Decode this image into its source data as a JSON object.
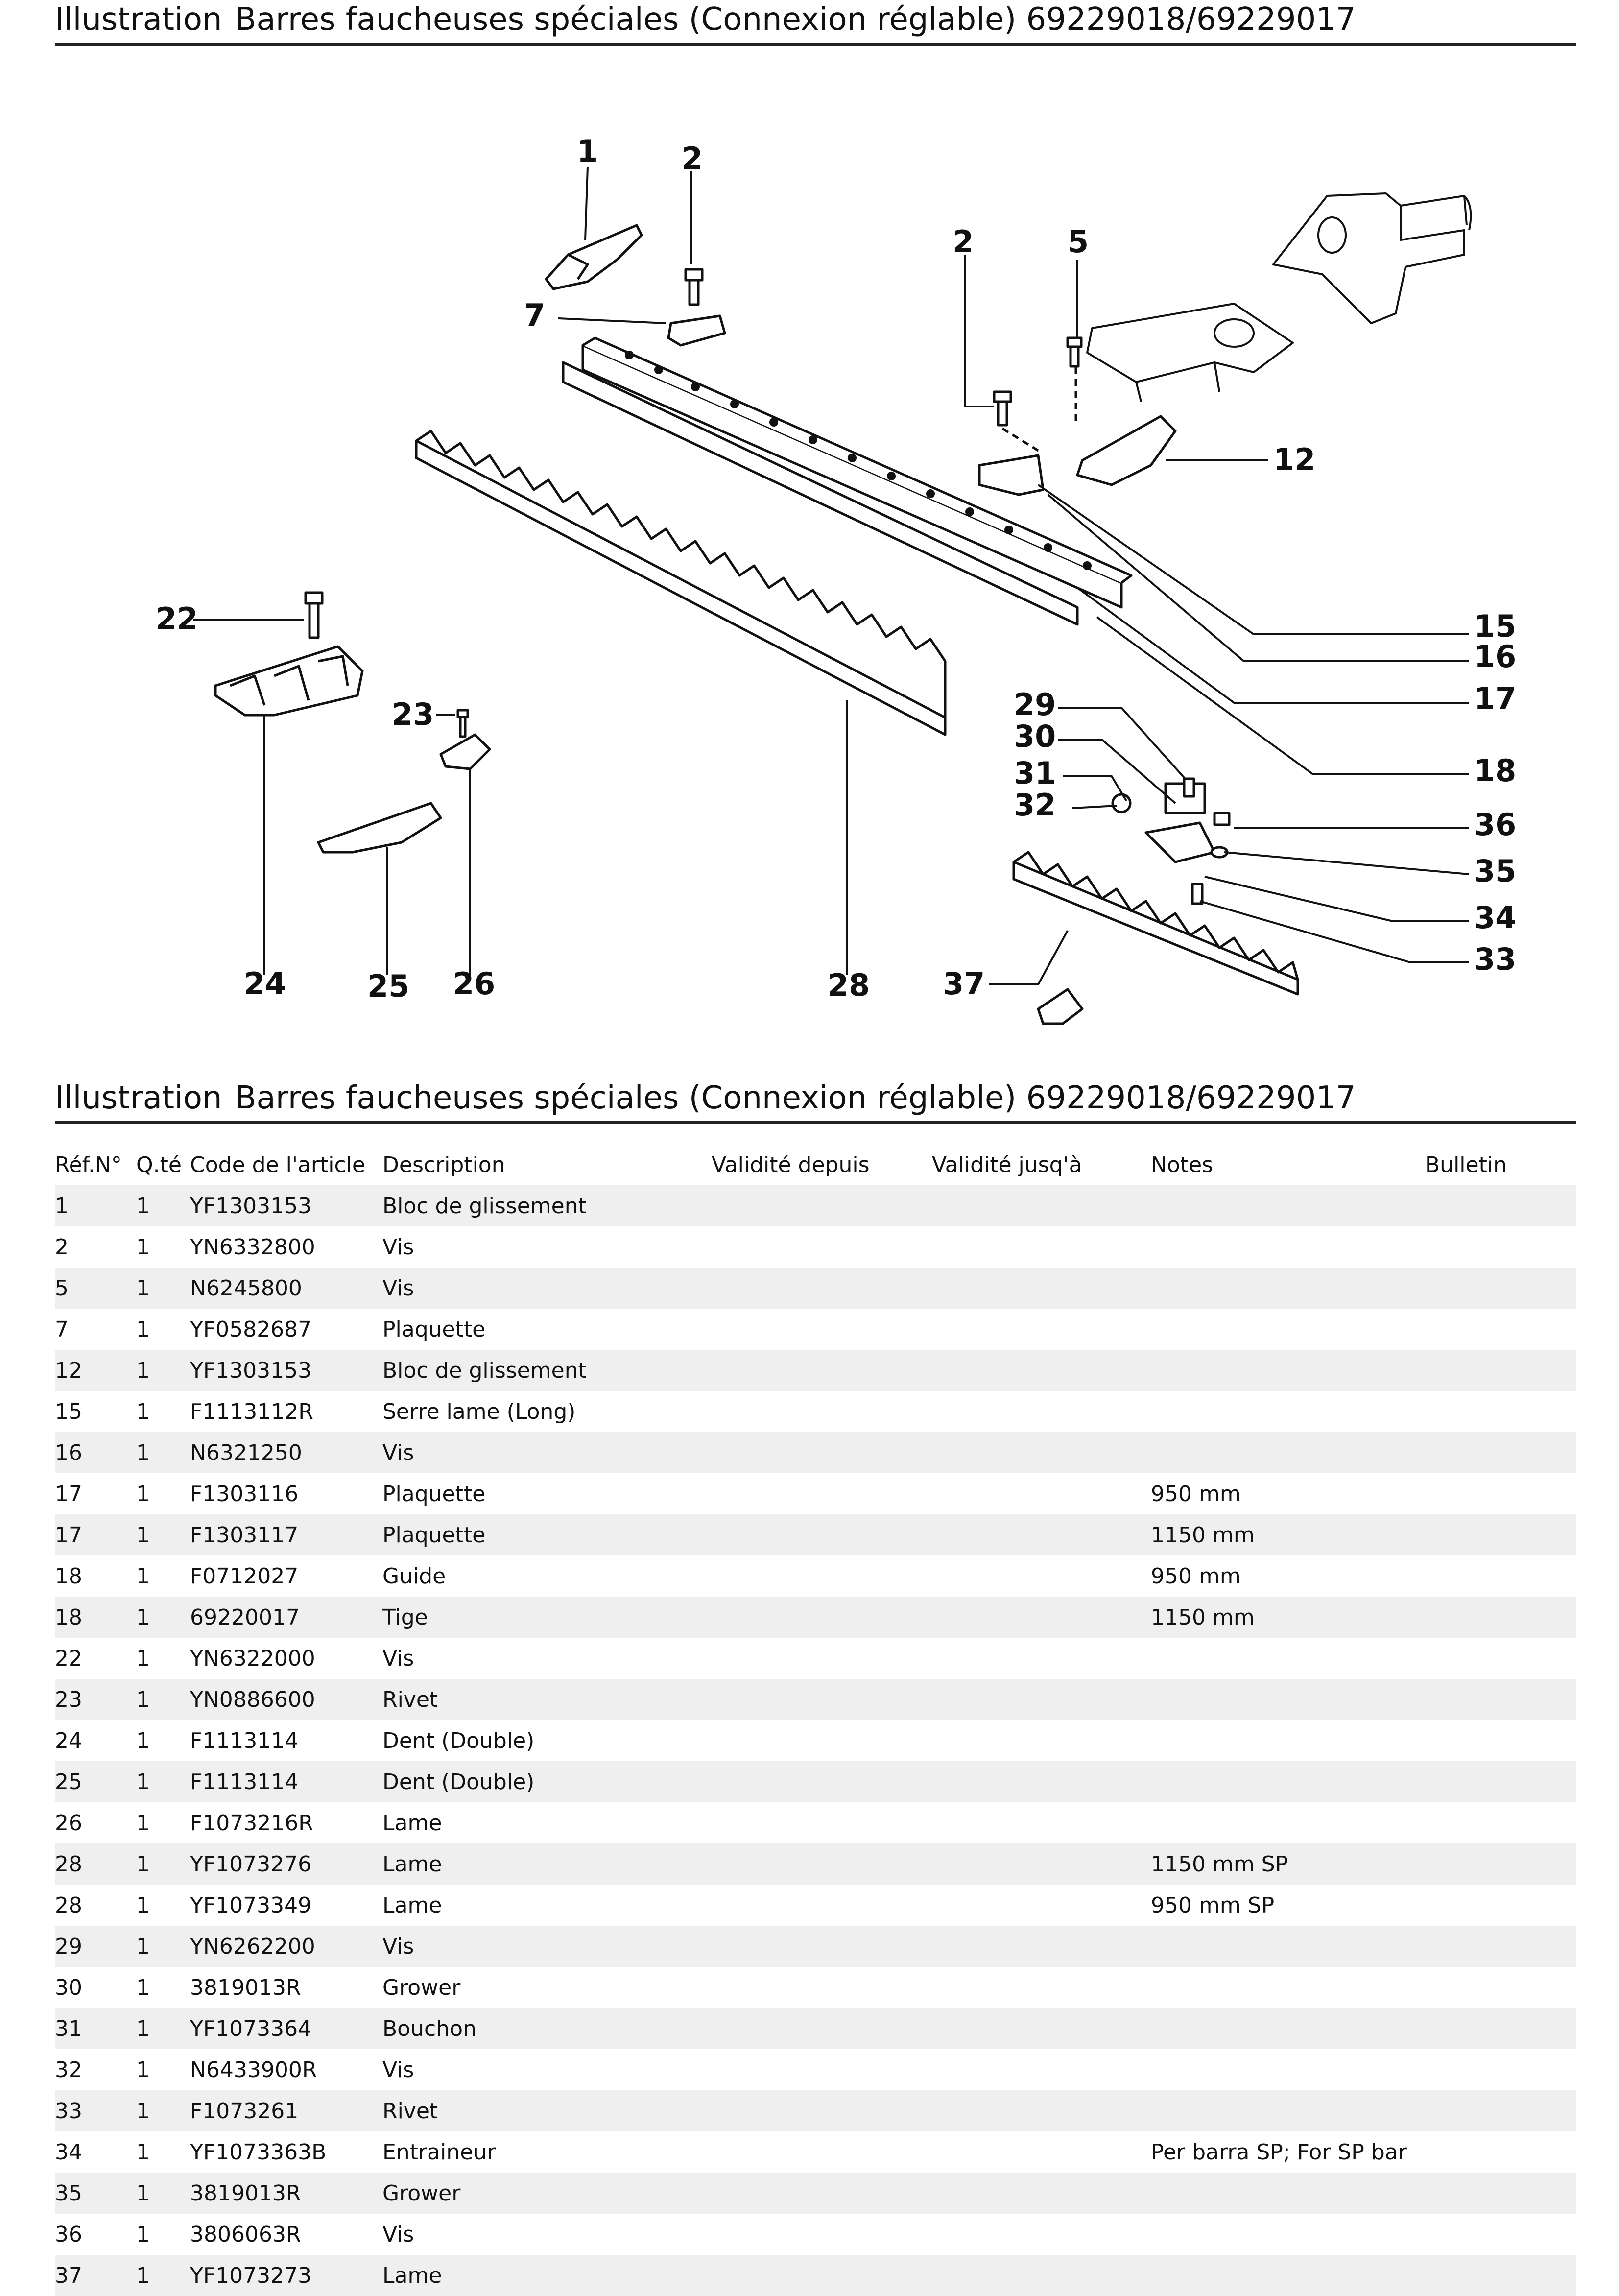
{
  "header": {
    "label": "Illustration",
    "title": "Barres faucheuses spéciales (Connexion réglable) 69229018/69229017"
  },
  "diagram_callouts": [
    "1",
    "2",
    "2",
    "5",
    "7",
    "12",
    "15",
    "16",
    "17",
    "18",
    "22",
    "23",
    "24",
    "25",
    "26",
    "28",
    "29",
    "30",
    "31",
    "32",
    "33",
    "34",
    "35",
    "36",
    "37"
  ],
  "table": {
    "columns": [
      "Réf.N°",
      "Q.té",
      "Code de l'article",
      "Description",
      "Validité depuis",
      "Validité jusq'à",
      "Notes",
      "Bulletin"
    ],
    "rows": [
      {
        "ref": "1",
        "qty": "1",
        "code": "YF1303153",
        "desc": "Bloc de glissement",
        "from": "",
        "to": "",
        "notes": "",
        "bulletin": ""
      },
      {
        "ref": "2",
        "qty": "1",
        "code": "YN6332800",
        "desc": "Vis",
        "from": "",
        "to": "",
        "notes": "",
        "bulletin": ""
      },
      {
        "ref": "5",
        "qty": "1",
        "code": "N6245800",
        "desc": "Vis",
        "from": "",
        "to": "",
        "notes": "",
        "bulletin": ""
      },
      {
        "ref": "7",
        "qty": "1",
        "code": "YF0582687",
        "desc": "Plaquette",
        "from": "",
        "to": "",
        "notes": "",
        "bulletin": ""
      },
      {
        "ref": "12",
        "qty": "1",
        "code": "YF1303153",
        "desc": "Bloc de glissement",
        "from": "",
        "to": "",
        "notes": "",
        "bulletin": ""
      },
      {
        "ref": "15",
        "qty": "1",
        "code": "F1113112R",
        "desc": "Serre lame (Long)",
        "from": "",
        "to": "",
        "notes": "",
        "bulletin": ""
      },
      {
        "ref": "16",
        "qty": "1",
        "code": "N6321250",
        "desc": "Vis",
        "from": "",
        "to": "",
        "notes": "",
        "bulletin": ""
      },
      {
        "ref": "17",
        "qty": "1",
        "code": "F1303116",
        "desc": "Plaquette",
        "from": "",
        "to": "",
        "notes": "950 mm",
        "bulletin": ""
      },
      {
        "ref": "17",
        "qty": "1",
        "code": "F1303117",
        "desc": "Plaquette",
        "from": "",
        "to": "",
        "notes": "1150 mm",
        "bulletin": ""
      },
      {
        "ref": "18",
        "qty": "1",
        "code": "F0712027",
        "desc": "Guide",
        "from": "",
        "to": "",
        "notes": "950 mm",
        "bulletin": ""
      },
      {
        "ref": "18",
        "qty": "1",
        "code": "69220017",
        "desc": "Tige",
        "from": "",
        "to": "",
        "notes": "1150 mm",
        "bulletin": ""
      },
      {
        "ref": "22",
        "qty": "1",
        "code": "YN6322000",
        "desc": "Vis",
        "from": "",
        "to": "",
        "notes": "",
        "bulletin": ""
      },
      {
        "ref": "23",
        "qty": "1",
        "code": "YN0886600",
        "desc": "Rivet",
        "from": "",
        "to": "",
        "notes": "",
        "bulletin": ""
      },
      {
        "ref": "24",
        "qty": "1",
        "code": "F1113114",
        "desc": "Dent (Double)",
        "from": "",
        "to": "",
        "notes": "",
        "bulletin": ""
      },
      {
        "ref": "25",
        "qty": "1",
        "code": "F1113114",
        "desc": "Dent (Double)",
        "from": "",
        "to": "",
        "notes": "",
        "bulletin": ""
      },
      {
        "ref": "26",
        "qty": "1",
        "code": "F1073216R",
        "desc": "Lame",
        "from": "",
        "to": "",
        "notes": "",
        "bulletin": ""
      },
      {
        "ref": "28",
        "qty": "1",
        "code": "YF1073276",
        "desc": "Lame",
        "from": "",
        "to": "",
        "notes": "1150 mm SP",
        "bulletin": ""
      },
      {
        "ref": "28",
        "qty": "1",
        "code": "YF1073349",
        "desc": "Lame",
        "from": "",
        "to": "",
        "notes": "950 mm SP",
        "bulletin": ""
      },
      {
        "ref": "29",
        "qty": "1",
        "code": "YN6262200",
        "desc": "Vis",
        "from": "",
        "to": "",
        "notes": "",
        "bulletin": ""
      },
      {
        "ref": "30",
        "qty": "1",
        "code": "3819013R",
        "desc": "Grower",
        "from": "",
        "to": "",
        "notes": "",
        "bulletin": ""
      },
      {
        "ref": "31",
        "qty": "1",
        "code": "YF1073364",
        "desc": "Bouchon",
        "from": "",
        "to": "",
        "notes": "",
        "bulletin": ""
      },
      {
        "ref": "32",
        "qty": "1",
        "code": "N6433900R",
        "desc": "Vis",
        "from": "",
        "to": "",
        "notes": "",
        "bulletin": ""
      },
      {
        "ref": "33",
        "qty": "1",
        "code": "F1073261",
        "desc": "Rivet",
        "from": "",
        "to": "",
        "notes": "",
        "bulletin": ""
      },
      {
        "ref": "34",
        "qty": "1",
        "code": "YF1073363B",
        "desc": "Entraineur",
        "from": "",
        "to": "",
        "notes": "Per barra SP; For SP bar",
        "bulletin": ""
      },
      {
        "ref": "35",
        "qty": "1",
        "code": "3819013R",
        "desc": "Grower",
        "from": "",
        "to": "",
        "notes": "",
        "bulletin": ""
      },
      {
        "ref": "36",
        "qty": "1",
        "code": "3806063R",
        "desc": "Vis",
        "from": "",
        "to": "",
        "notes": "",
        "bulletin": ""
      },
      {
        "ref": "37",
        "qty": "1",
        "code": "YF1073273",
        "desc": "Lame",
        "from": "",
        "to": "",
        "notes": "",
        "bulletin": ""
      }
    ]
  }
}
